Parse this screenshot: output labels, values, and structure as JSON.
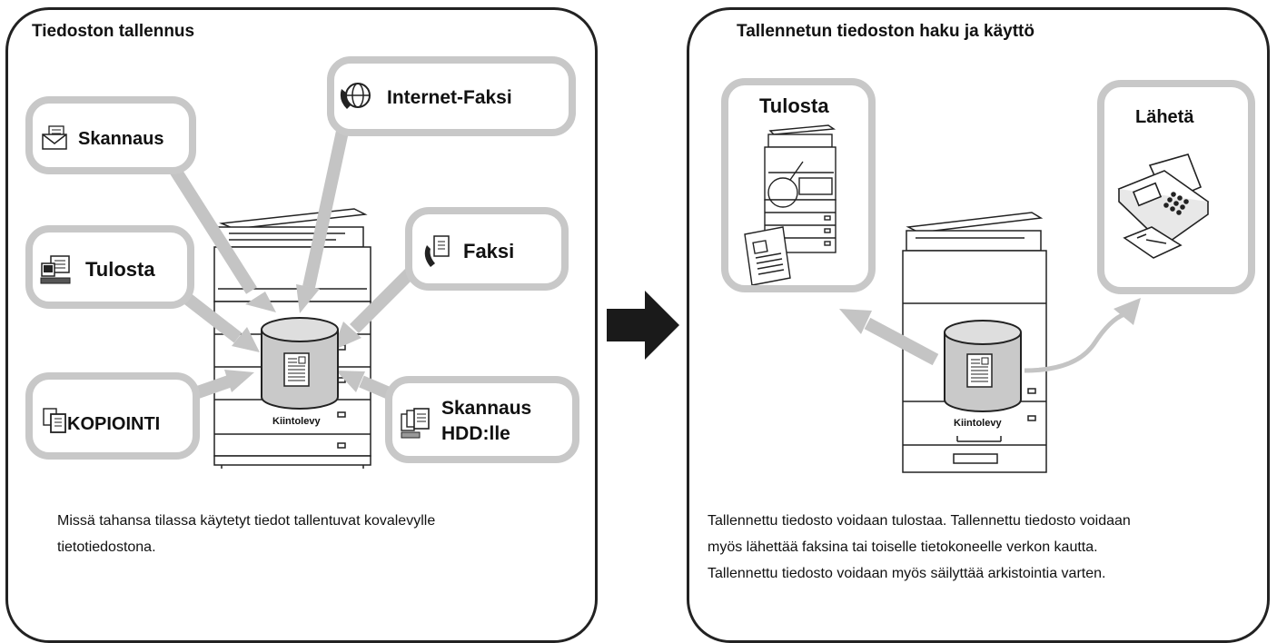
{
  "left": {
    "title": "Tiedoston tallennus",
    "description_lines": [
      "Missä tahansa tilassa käytetyt tiedot tallentuvat kovalevylle",
      "tietotiedostona."
    ],
    "sources": {
      "scan": "Skannaus",
      "internet_fax": "Internet-Faksi",
      "print": "Tulosta",
      "fax": "Faksi",
      "copy": "KOPIOINTI",
      "scan_hdd_line1": "Skannaus",
      "scan_hdd_line2": "HDD:lle"
    },
    "hdd_label": "Kiintolevy"
  },
  "right": {
    "title": "Tallennetun tiedoston haku ja käyttö",
    "print_label": "Tulosta",
    "send_label": "Lähetä",
    "hdd_label": "Kiintolevy",
    "description_lines": [
      "Tallennettu tiedosto voidaan tulostaa. Tallennettu tiedosto voidaan",
      "myös lähettää faksina tai toiselle tietokoneelle verkon kautta.",
      "Tallennettu tiedosto voidaan myös säilyttää arkistointia varten."
    ]
  },
  "colors": {
    "frame": "#222222",
    "box_border": "#c8c8c8",
    "arrow_gray": "#c4c4c4",
    "transition_arrow": "#1a1a1a"
  },
  "icons": {
    "scan": "envelope-scan-icon",
    "internet_fax": "globe-phone-icon",
    "print": "computer-print-icon",
    "fax": "phone-document-icon",
    "copy": "documents-copy-icon",
    "scan_hdd": "documents-scan-to-hdd-icon",
    "storage": "hard-disk-cylinder-icon",
    "transition": "right-arrow-icon"
  }
}
